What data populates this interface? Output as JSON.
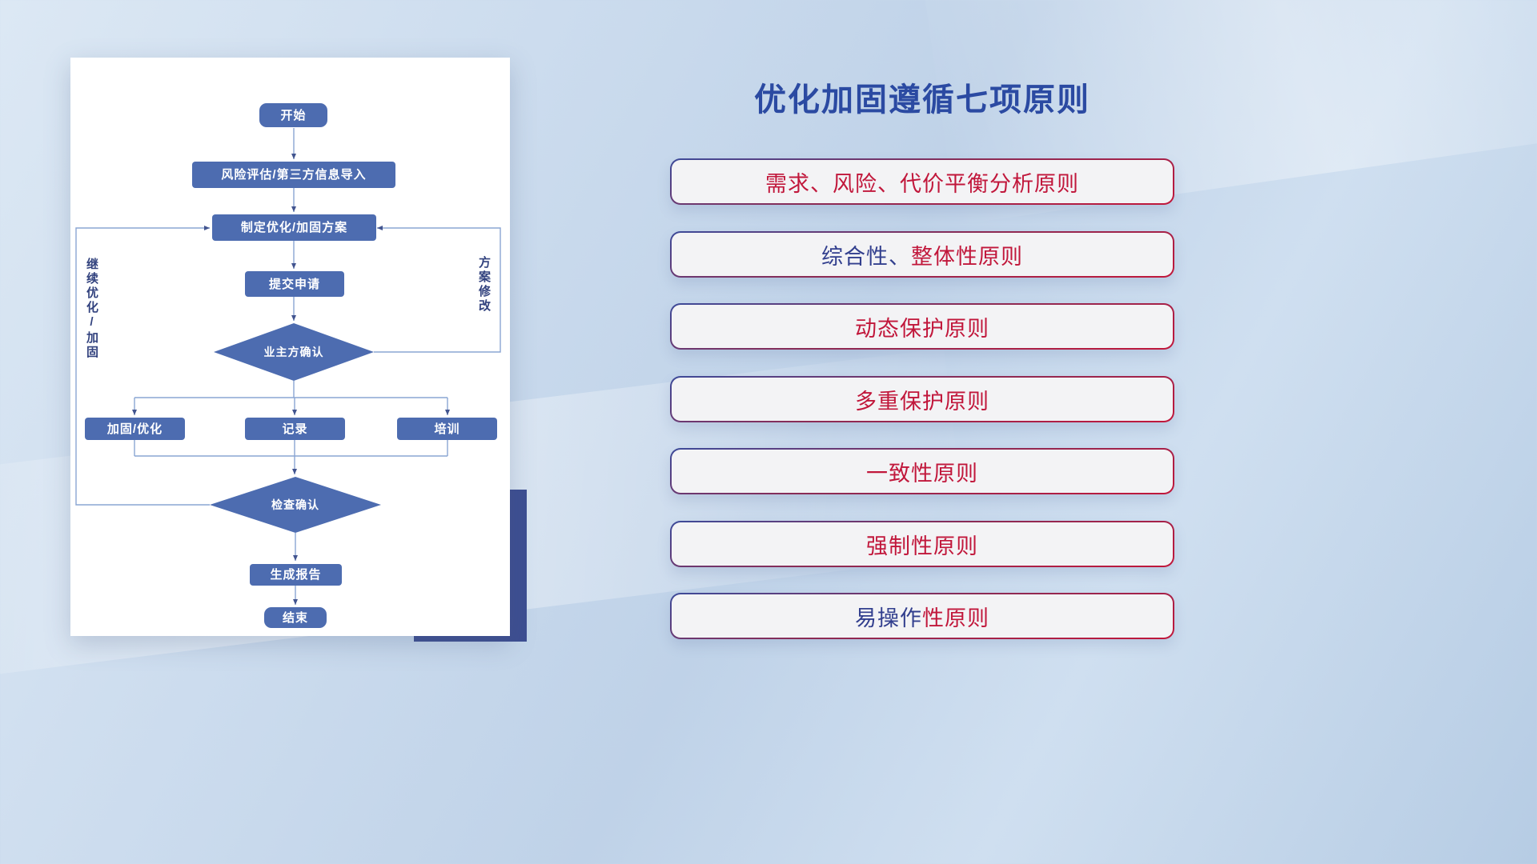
{
  "palette": {
    "title_blue": "#2b4aa2",
    "node_blue": "#4d6cb0",
    "line_blue": "#8aa6d3",
    "arrow_blue": "#42548f",
    "principle_red": "#c1173b",
    "principle_navy": "#323f8e",
    "accent_navy": "#3d4e91"
  },
  "flowchart": {
    "nodes": {
      "start": "开始",
      "risk_import": "风险评估/第三方信息导入",
      "plan": "制定优化/加固方案",
      "submit": "提交申请",
      "owner_confirm": "业主方确认",
      "reinforce": "加固/优化",
      "record": "记录",
      "training": "培训",
      "check_confirm": "检查确认",
      "report": "生成报告",
      "end": "结束"
    },
    "edge_labels": {
      "continue_optimize": "继续优化/加固",
      "plan_revise": "方案修改"
    },
    "edges": [
      [
        "开始",
        "风险评估/第三方信息导入"
      ],
      [
        "风险评估/第三方信息导入",
        "制定优化/加固方案"
      ],
      [
        "制定优化/加固方案",
        "提交申请"
      ],
      [
        "提交申请",
        "业主方确认"
      ],
      [
        "业主方确认",
        "加固/优化"
      ],
      [
        "业主方确认",
        "记录"
      ],
      [
        "业主方确认",
        "培训"
      ],
      [
        "加固/优化",
        "检查确认"
      ],
      [
        "记录",
        "检查确认"
      ],
      [
        "培训",
        "检查确认"
      ],
      [
        "检查确认",
        "生成报告"
      ],
      [
        "生成报告",
        "结束"
      ],
      [
        "业主方确认",
        "制定优化/加固方案 (方案修改)"
      ],
      [
        "检查确认",
        "制定优化/加固方案 (继续优化/加固)"
      ]
    ]
  },
  "principles": {
    "title": "优化加固遵循七项原则",
    "items": [
      {
        "prefix": "",
        "main": "需求、风险、代价平衡分析原则"
      },
      {
        "prefix": "综合性、",
        "main": "整体性原则"
      },
      {
        "prefix": "",
        "main": "动态保护原则"
      },
      {
        "prefix": "",
        "main": "多重保护原则"
      },
      {
        "prefix": "",
        "main": "一致性原则"
      },
      {
        "prefix": "",
        "main": "强制性原则"
      },
      {
        "prefix": "易操作",
        "main": "性原则"
      }
    ]
  }
}
